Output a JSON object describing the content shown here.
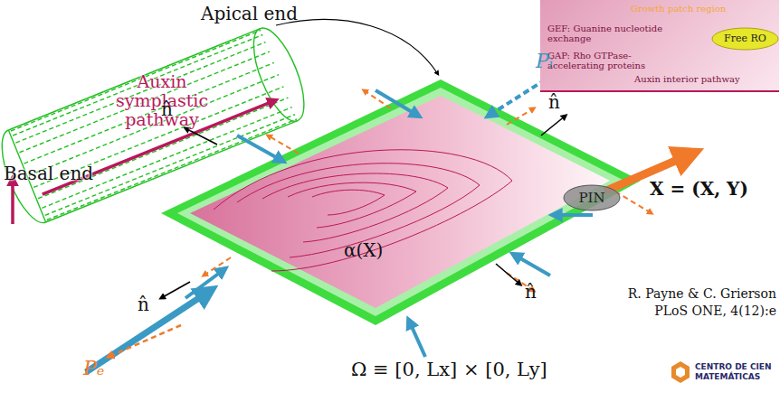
{
  "diagram": {
    "nodes": [
      {
        "text": [
          "Growth patch region",
          "GEF: Guanine nucleotide exchange",
          "GAP: Rho GTPase-accelerating proteins",
          "Auxin interior pathway"
        ]
      },
      {
        "text": [
          "Free RO"
        ],
        "in": 0
      },
      {
        "text": [
          "PIN"
        ]
      }
    ],
    "labels": [
      "Apical end",
      "Auxin symplastic pathway",
      "Basal end",
      "Pᵢ",
      "n̂",
      "X = (X, Y)",
      "n̂",
      "α(X)",
      "n̂",
      "R. Payne & C. Grierson",
      "PLoS ONE, 4(12):e",
      "n̂",
      "Ω ≡ [0, Lx] × [0, Ly]",
      "Pₑ",
      "CENTRO DE CIEN",
      "MATEMÁTICAS"
    ]
  }
}
